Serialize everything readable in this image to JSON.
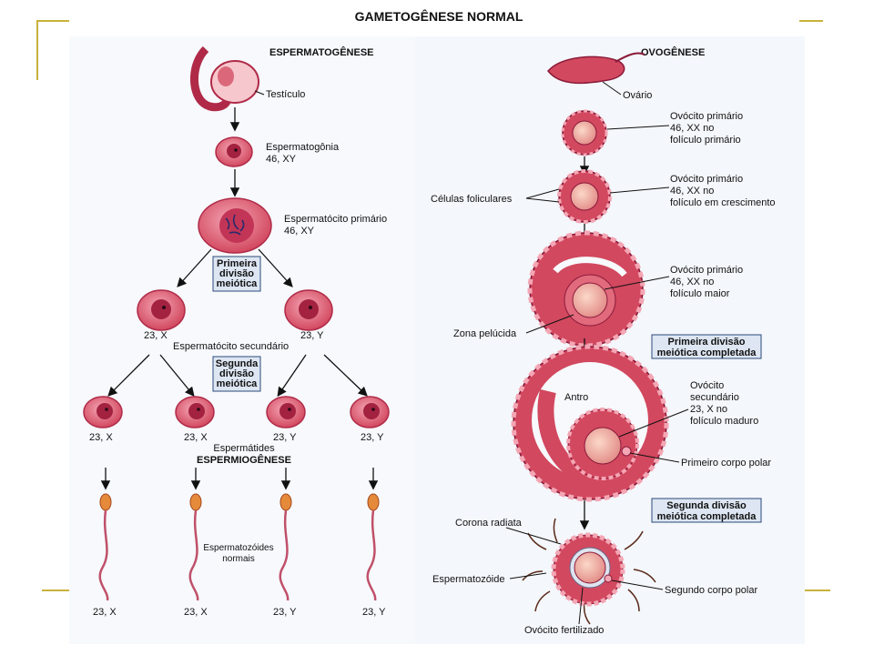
{
  "title": "GAMETOGÊNESE NORMAL",
  "colors": {
    "frame": "#c8b23c",
    "cell": "#e1647a",
    "cell_dark": "#b02a48",
    "nucleus": "#8a1a3a",
    "box_fill": "#dde6f2",
    "box_stroke": "#2c4a7a",
    "panel_bg": "#f4f7fb"
  },
  "sperm": {
    "heading": "ESPERMATOGÊNESE",
    "testiculo": "Testículo",
    "espermatogonia": "Espermatogônia",
    "espermatogonia_karyo": "46, XY",
    "primario": "Espermatócito primário",
    "primario_karyo": "46, XY",
    "box1": [
      "Primeira",
      "divisão",
      "meiótica"
    ],
    "sec_left_karyo": "23, X",
    "sec_right_karyo": "23, Y",
    "secundario": "Espermatócito secundário",
    "box2": [
      "Segunda",
      "divisão",
      "meiótica"
    ],
    "spermatid_karyo": [
      "23, X",
      "23, X",
      "23, Y",
      "23, Y"
    ],
    "espermatides": "Espermátides",
    "espermiogenese": "ESPERMIOGÊNESE",
    "espermatozoides": [
      "Espermatozóides",
      "normais"
    ],
    "sperm_karyo": [
      "23, X",
      "23, X",
      "23, Y",
      "23, Y"
    ]
  },
  "ovo": {
    "heading": "OVOGÊNESE",
    "ovario": "Ovário",
    "primario1": [
      "Ovócito primário",
      "46, XX no",
      "folículo primário"
    ],
    "celulas": "Células foliculares",
    "primario2": [
      "Ovócito primário",
      "46, XX no",
      "folículo em crescimento"
    ],
    "primario3": [
      "Ovócito primário",
      "46, XX no",
      "folículo maior"
    ],
    "zona": "Zona pelúcida",
    "box1": [
      "Primeira divisão",
      "meiótica completada"
    ],
    "antro": "Antro",
    "secundario": [
      "Ovócito",
      "secundário",
      "23, X no",
      "folículo maduro"
    ],
    "corpo1": "Primeiro corpo polar",
    "box2": [
      "Segunda divisão",
      "meiótica completada"
    ],
    "corona": "Corona radiata",
    "espermatozoide": "Espermatozóide",
    "corpo2": "Segundo corpo polar",
    "fertilizado": "Ovócito fertilizado"
  }
}
